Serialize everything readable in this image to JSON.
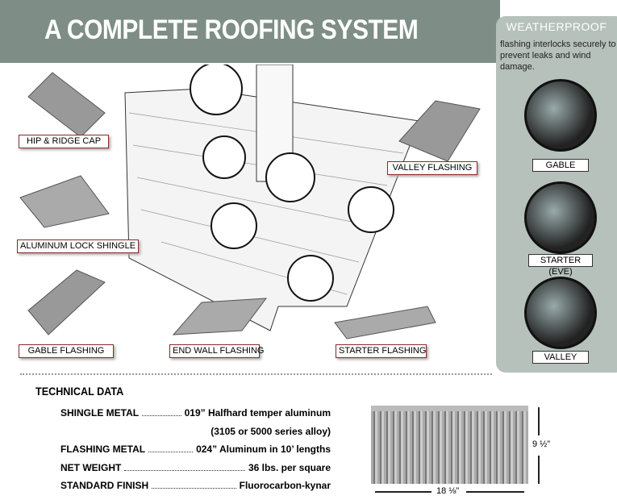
{
  "header": {
    "title": "A COMPLETE ROOFING SYSTEM"
  },
  "weatherproof": {
    "title": "WEATHERPROOF",
    "text": "flashing interlocks securely to prevent leaks and wind damage.",
    "items": [
      {
        "label": "GABLE"
      },
      {
        "label": "STARTER (EVE)"
      },
      {
        "label": "VALLEY"
      }
    ]
  },
  "components": {
    "hip_ridge": "HIP & RIDGE CAP",
    "lock_shingle": "ALUMINUM LOCK SHINGLE",
    "gable_flashing": "GABLE FLASHING",
    "end_wall": "END WALL FLASHING",
    "starter": "STARTER FLASHING",
    "valley": "VALLEY FLASHING"
  },
  "technical": {
    "heading": "TECHNICAL DATA",
    "rows": [
      {
        "label": "SHINGLE METAL",
        "value": "019” Halfhard temper aluminum",
        "value2": "(3105 or 5000 series alloy)"
      },
      {
        "label": "FLASHING METAL",
        "value": "024” Aluminum in 10’ lengths"
      },
      {
        "label": "NET WEIGHT",
        "value": "36 lbs. per square"
      },
      {
        "label": "STANDARD FINISH",
        "value": "Fluorocarbon-kynar"
      }
    ]
  },
  "dimensions": {
    "height": "9 ½”",
    "width": "18 ⅛”"
  }
}
